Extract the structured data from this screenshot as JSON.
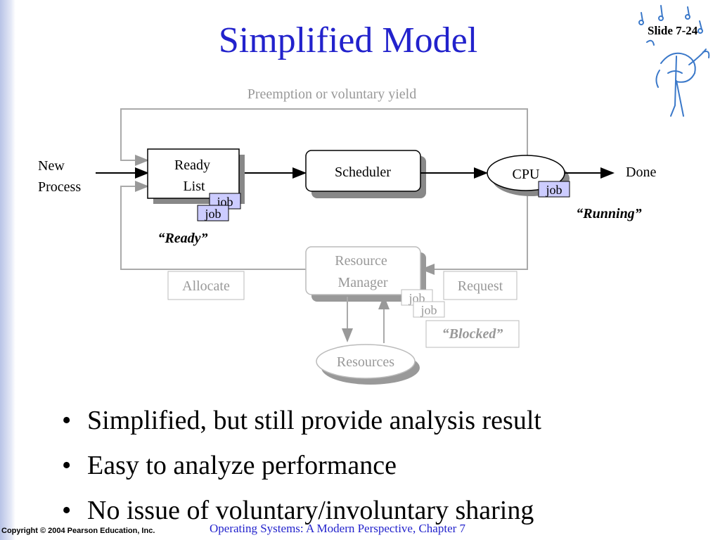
{
  "slide": {
    "title": "Simplified Model",
    "number": "Slide 7-24",
    "copyright": "Copyright © 2004 Pearson Education, Inc.",
    "footer": "Operating Systems: A Modern Perspective, Chapter 7"
  },
  "diagram": {
    "preempt_label": "Preemption or voluntary yield",
    "new_process": [
      "New",
      "Process"
    ],
    "ready_list": [
      "Ready",
      "List"
    ],
    "job": "job",
    "ready_state": "“Ready”",
    "scheduler": "Scheduler",
    "cpu": "CPU",
    "done": "Done",
    "running_state": "“Running”",
    "resource_manager": [
      "Resource",
      "Manager"
    ],
    "allocate": "Allocate",
    "request": "Request",
    "blocked_state": "“Blocked”",
    "resources": "Resources"
  },
  "bullets": [
    "Simplified, but still provide analysis result",
    "Easy to analyze performance",
    "No issue of voluntary/involuntary sharing"
  ],
  "colors": {
    "title": "#2222cc",
    "job_fill": "#ccccff",
    "faded": "#999999",
    "shadow": "#888888"
  }
}
